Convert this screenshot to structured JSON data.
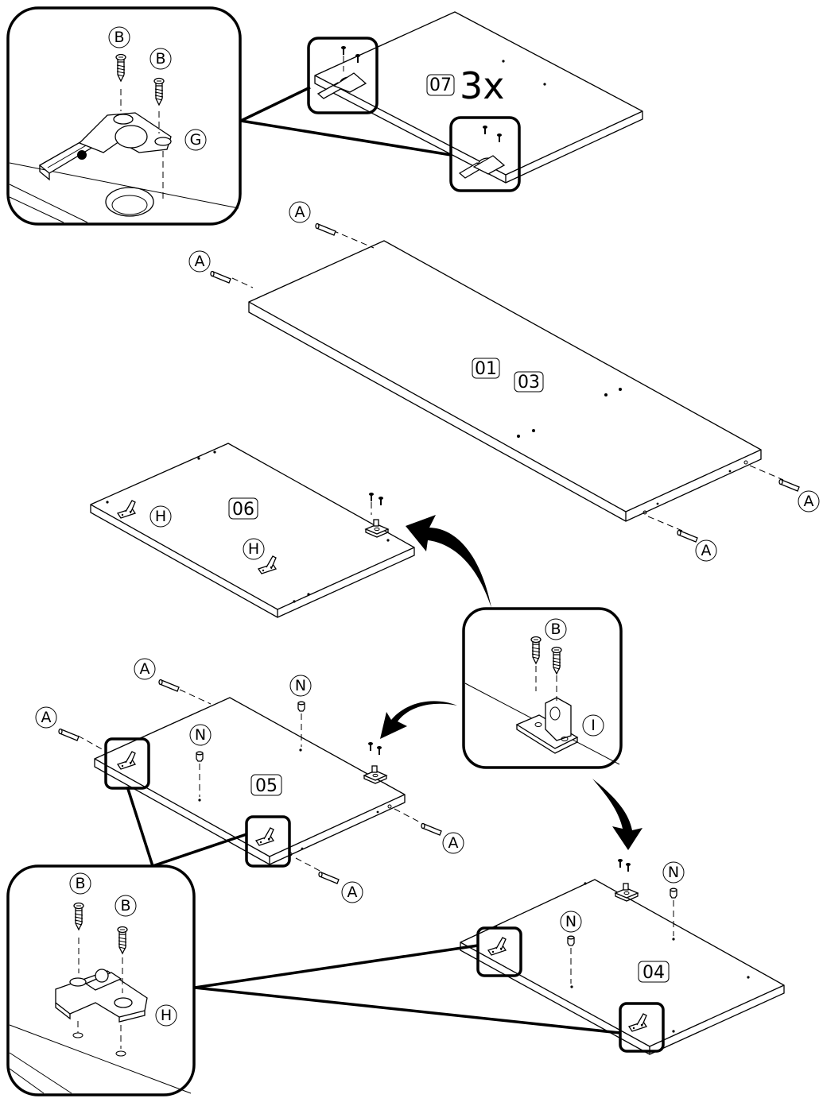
{
  "diagram": {
    "part_labels": {
      "p07": "07",
      "p01": "01",
      "p03": "03",
      "p06": "06",
      "p05": "05",
      "p04": "04"
    },
    "quantity": "3x",
    "hardware_letters": {
      "A": "A",
      "B": "B",
      "G": "G",
      "H": "H",
      "I": "I",
      "N": "N"
    }
  }
}
